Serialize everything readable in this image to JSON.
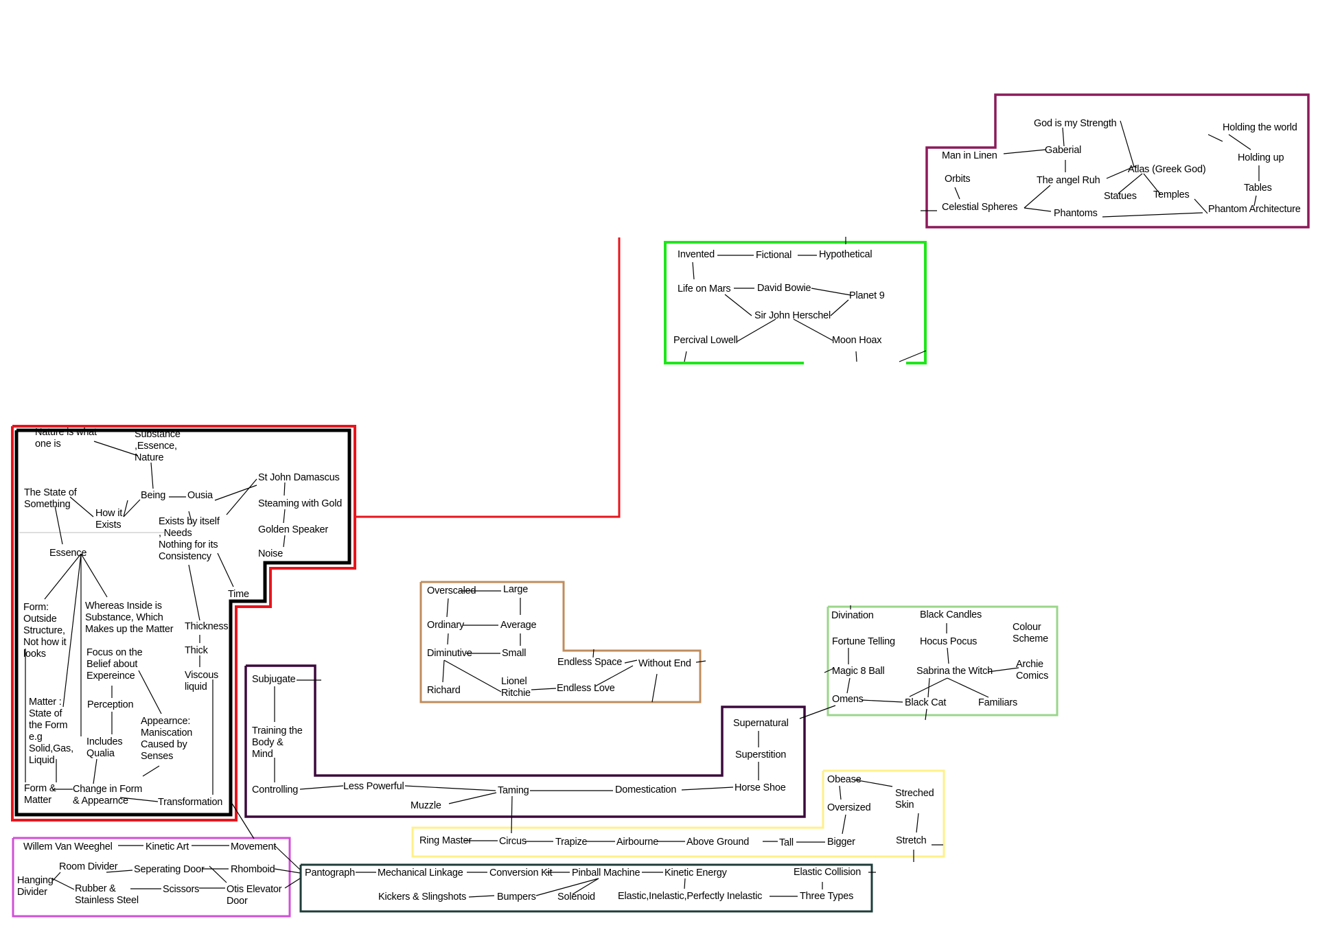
{
  "colors": {
    "background": "#ffffff",
    "text": "#000000",
    "edge": "#000000",
    "red": "#e8141c",
    "black": "#000000",
    "magenta_purple": "#8c1a5a",
    "green": "#1ee61a",
    "tan": "#c08c5c",
    "dark_purple": "#3c0a3c",
    "light_green": "#9ad68a",
    "yellow": "#fff08a",
    "pink": "#d24ed8",
    "dark_teal": "#1e3c3a"
  },
  "clusters": [
    {
      "id": "atlas",
      "nodes": [
        {
          "id": "god_strength",
          "text": "God is my Strength"
        },
        {
          "id": "holding_world",
          "text": "Holding the world"
        },
        {
          "id": "man_linen",
          "text": "Man in Linen"
        },
        {
          "id": "gaberial",
          "text": "Gaberial"
        },
        {
          "id": "holding_up",
          "text": "Holding up"
        },
        {
          "id": "atlas_god",
          "text": "Atlas (Greek God)"
        },
        {
          "id": "orbits",
          "text": "Orbits"
        },
        {
          "id": "angel_ruh",
          "text": "The angel Ruh"
        },
        {
          "id": "tables",
          "text": "Tables"
        },
        {
          "id": "statues",
          "text": "Statues"
        },
        {
          "id": "temples",
          "text": "Temples"
        },
        {
          "id": "celestial_spheres",
          "text": "Celestial Spheres"
        },
        {
          "id": "phantoms",
          "text": "Phantoms"
        },
        {
          "id": "phantom_architecture",
          "text": "Phantom Architecture"
        }
      ]
    },
    {
      "id": "mars",
      "nodes": [
        {
          "id": "invented",
          "text": "Invented"
        },
        {
          "id": "fictional",
          "text": "Fictional"
        },
        {
          "id": "hypothetical",
          "text": "Hypothetical"
        },
        {
          "id": "life_on_mars",
          "text": "Life on Mars"
        },
        {
          "id": "david_bowie",
          "text": "David Bowie"
        },
        {
          "id": "planet_9",
          "text": "Planet 9"
        },
        {
          "id": "sir_john_herschel",
          "text": "Sir John Herschel"
        },
        {
          "id": "percival_lowell",
          "text": "Percival Lowell"
        },
        {
          "id": "moon_hoax",
          "text": "Moon Hoax"
        }
      ]
    },
    {
      "id": "essence",
      "nodes": [
        {
          "id": "nature_what",
          "text": "Nature is what\none is"
        },
        {
          "id": "substance",
          "text": "Substance\n,Essence,\nNature"
        },
        {
          "id": "st_john",
          "text": "St John Damascus"
        },
        {
          "id": "state_something",
          "text": "The State of\nSomething"
        },
        {
          "id": "being",
          "text": "Being"
        },
        {
          "id": "ousia",
          "text": "Ousia"
        },
        {
          "id": "steaming_gold",
          "text": "Steaming with Gold"
        },
        {
          "id": "how_exists",
          "text": "How it\nExists"
        },
        {
          "id": "exists_itself",
          "text": "Exists by itself\n, Needs\nNothing for its\nConsistency"
        },
        {
          "id": "golden_speaker",
          "text": "Golden Speaker"
        },
        {
          "id": "essence_node",
          "text": "Essence"
        },
        {
          "id": "noise",
          "text": "Noise"
        },
        {
          "id": "time",
          "text": "Time"
        },
        {
          "id": "form_outside",
          "text": "Form:\nOutside\nStructure,\nNot how it\nlooks"
        },
        {
          "id": "whereas_inside",
          "text": "Whereas Inside is\nSubstance, Which\nMakes up the Matter"
        },
        {
          "id": "thickness",
          "text": "Thickness"
        },
        {
          "id": "focus_belief",
          "text": "Focus on the\nBelief about\nExpereince"
        },
        {
          "id": "thick",
          "text": "Thick"
        },
        {
          "id": "viscous_liquid",
          "text": "Viscous\nliquid"
        },
        {
          "id": "matter_state",
          "text": "Matter :\nState of\nthe Form\ne.g\nSolid,Gas,\nLiquid"
        },
        {
          "id": "perception",
          "text": "Perception"
        },
        {
          "id": "appearance",
          "text": "Appearnce:\nManiscation\nCaused by\nSenses"
        },
        {
          "id": "includes_qualia",
          "text": "Includes\nQualia"
        },
        {
          "id": "form_matter",
          "text": "Form &\nMatter"
        },
        {
          "id": "change_form",
          "text": "Change in Form\n& Appearnce"
        },
        {
          "id": "transformation",
          "text": "Transformation"
        }
      ]
    },
    {
      "id": "scale",
      "nodes": [
        {
          "id": "overscaled",
          "text": "Overscaled"
        },
        {
          "id": "large",
          "text": "Large"
        },
        {
          "id": "ordinary",
          "text": "Ordinary"
        },
        {
          "id": "average",
          "text": "Average"
        },
        {
          "id": "diminutive",
          "text": "Diminutive"
        },
        {
          "id": "small",
          "text": "Small"
        },
        {
          "id": "endless_space",
          "text": "Endless Space"
        },
        {
          "id": "without_end",
          "text": "Without End"
        },
        {
          "id": "richard",
          "text": "Richard"
        },
        {
          "id": "lionel_ritchie",
          "text": "Lionel\nRitchie"
        },
        {
          "id": "endless_love",
          "text": "Endless Love"
        }
      ]
    },
    {
      "id": "taming",
      "nodes": [
        {
          "id": "subjugate",
          "text": "Subjugate"
        },
        {
          "id": "training",
          "text": "Training the\nBody &\nMind"
        },
        {
          "id": "controlling",
          "text": "Controlling"
        },
        {
          "id": "less_powerful",
          "text": "Less Powerful"
        },
        {
          "id": "taming_node",
          "text": "Taming"
        },
        {
          "id": "muzzle",
          "text": "Muzzle"
        },
        {
          "id": "domestication",
          "text": "Domestication"
        },
        {
          "id": "supernatural",
          "text": "Supernatural"
        },
        {
          "id": "superstition",
          "text": "Superstition"
        },
        {
          "id": "horse_shoe",
          "text": "Horse Shoe"
        }
      ]
    },
    {
      "id": "omens",
      "nodes": [
        {
          "id": "divination",
          "text": "Divination"
        },
        {
          "id": "black_candles",
          "text": "Black Candles"
        },
        {
          "id": "colour_scheme",
          "text": "Colour\nScheme"
        },
        {
          "id": "fortune_telling",
          "text": "Fortune Telling"
        },
        {
          "id": "hocus_pocus",
          "text": "Hocus Pocus"
        },
        {
          "id": "magic_8_ball",
          "text": "Magic 8 Ball"
        },
        {
          "id": "sabrina",
          "text": "Sabrina the Witch"
        },
        {
          "id": "archie",
          "text": "Archie\nComics"
        },
        {
          "id": "omens_node",
          "text": "Omens"
        },
        {
          "id": "black_cat",
          "text": "Black Cat"
        },
        {
          "id": "familiars",
          "text": "Familiars"
        }
      ]
    },
    {
      "id": "circus",
      "nodes": [
        {
          "id": "obease",
          "text": "Obease"
        },
        {
          "id": "streched_skin",
          "text": "Streched\nSkin"
        },
        {
          "id": "oversized",
          "text": "Oversized"
        },
        {
          "id": "ring_master",
          "text": "Ring Master"
        },
        {
          "id": "circus_node",
          "text": "Circus"
        },
        {
          "id": "trapize",
          "text": "Trapize"
        },
        {
          "id": "airbourne",
          "text": "Airbourne"
        },
        {
          "id": "above_ground",
          "text": "Above Ground"
        },
        {
          "id": "tall",
          "text": "Tall"
        },
        {
          "id": "bigger",
          "text": "Bigger"
        },
        {
          "id": "stretch",
          "text": "Stretch"
        }
      ]
    },
    {
      "id": "kinetic",
      "nodes": [
        {
          "id": "willem",
          "text": "Willem Van Weeghel"
        },
        {
          "id": "kinetic_art",
          "text": "Kinetic Art"
        },
        {
          "id": "movement",
          "text": "Movement"
        },
        {
          "id": "room_divider",
          "text": "Room Divider"
        },
        {
          "id": "seperating_door",
          "text": "Seperating Door"
        },
        {
          "id": "rhomboid",
          "text": "Rhomboid"
        },
        {
          "id": "hanging_divider",
          "text": "Hanging\nDivider"
        },
        {
          "id": "rubber_steel",
          "text": "Rubber &\nStainless Steel"
        },
        {
          "id": "scissors",
          "text": "Scissors"
        },
        {
          "id": "otis_elevator",
          "text": "Otis Elevator\nDoor"
        }
      ]
    },
    {
      "id": "pinball",
      "nodes": [
        {
          "id": "pantograph",
          "text": "Pantograph"
        },
        {
          "id": "mechanical_linkage",
          "text": "Mechanical Linkage"
        },
        {
          "id": "conversion_kit",
          "text": "Conversion Kit"
        },
        {
          "id": "pinball_machine",
          "text": "Pinball Machine"
        },
        {
          "id": "kinetic_energy",
          "text": "Kinetic Energy"
        },
        {
          "id": "elastic_collision",
          "text": "Elastic Collision"
        },
        {
          "id": "kickers",
          "text": "Kickers & Slingshots"
        },
        {
          "id": "bumpers",
          "text": "Bumpers"
        },
        {
          "id": "solenoid",
          "text": "Solenoid"
        },
        {
          "id": "elastic_types",
          "text": "Elastic,Inelastic,Perfectly Inelastic"
        },
        {
          "id": "three_types",
          "text": "Three Types"
        }
      ]
    }
  ]
}
